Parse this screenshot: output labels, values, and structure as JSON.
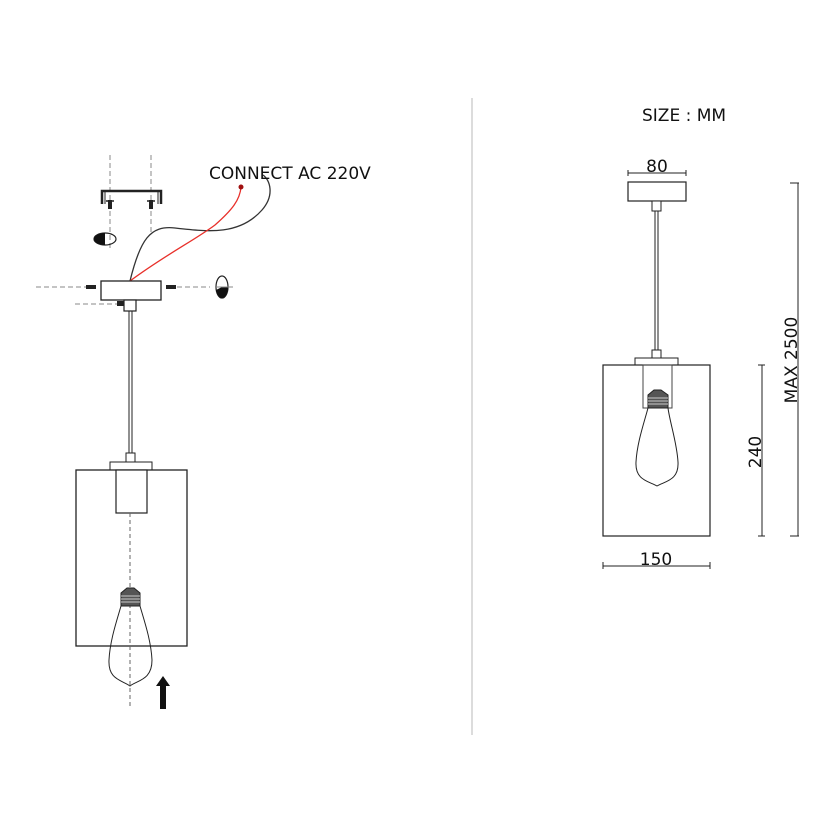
{
  "installation": {
    "connect_label": "CONNECT AC 220V",
    "wire_colors": {
      "live": "#e8302a",
      "neutral": "#333333"
    },
    "arrow_direction": "up"
  },
  "dimensions": {
    "unit_label": "SIZE : MM",
    "canopy_width": "80",
    "shade_width": "150",
    "shade_height": "240",
    "max_height": "MAX 2500"
  }
}
